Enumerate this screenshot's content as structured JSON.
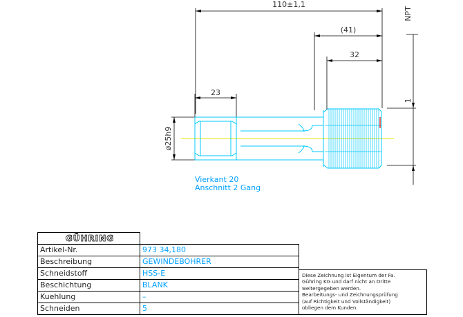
{
  "dimensions": {
    "total_length": "110±1,1",
    "ref_length": "(41)",
    "thread_length": "32",
    "square_length": "23",
    "shank_diameter": "ø25h9",
    "thread_spec": "NPT",
    "pitch_marker": "1"
  },
  "notes": {
    "square": "Vierkant 20",
    "chamfer": "Anschnitt 2 Gang"
  },
  "title_block": {
    "logo": "GÜHRING",
    "rows": [
      {
        "label": "Artikel-Nr.",
        "value": "973 34,180"
      },
      {
        "label": "Beschreibung",
        "value": "GEWINDEBOHRER"
      },
      {
        "label": "Schneidstoff",
        "value": "HSS-E"
      },
      {
        "label": "Beschichtung",
        "value": "BLANK"
      },
      {
        "label": "Kuehlung",
        "value": "–"
      },
      {
        "label": "Schneiden",
        "value": "5"
      }
    ],
    "notice_lines": [
      "Diese Zeichnung ist Eigentum der Fa.",
      "Gühring KG und darf nicht an Dritte",
      "weitergegeben werden.",
      "Bearbeitungs- und Zeichnungsprüfung",
      "(auf Richtigkeit und Vollständigkeit)",
      "obliegen dem Kunden."
    ]
  },
  "colors": {
    "outline": "#00c8ff",
    "centerline": "#e6e600",
    "dimension": "#000000",
    "note": "#00a0ff",
    "accent": "#e00000"
  }
}
